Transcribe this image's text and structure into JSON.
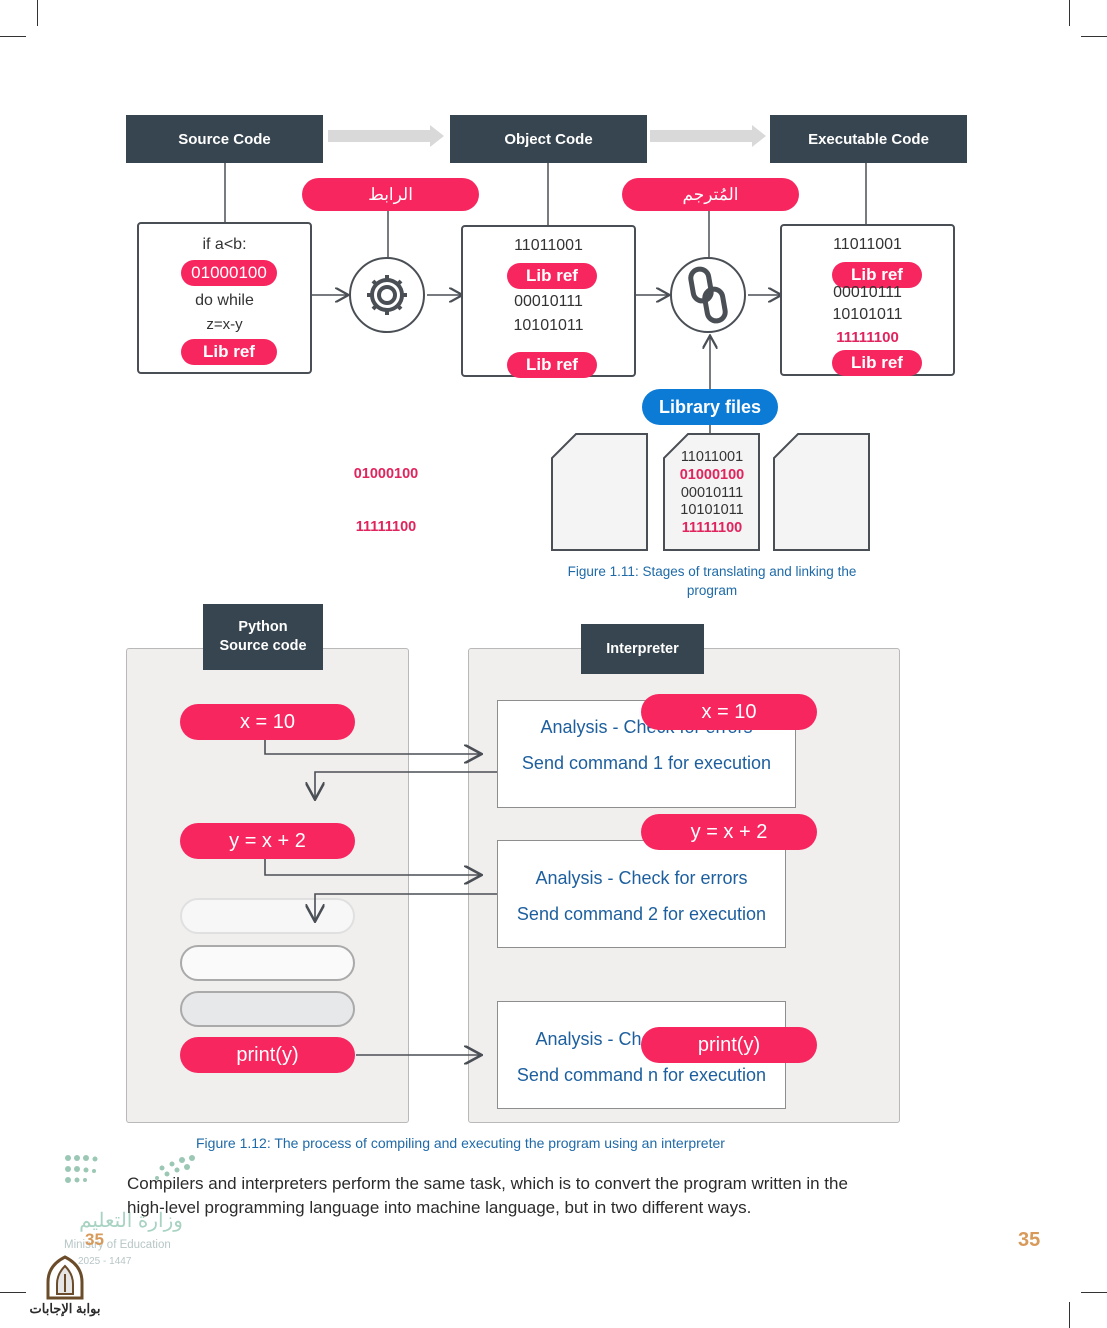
{
  "headers": {
    "source": "Source Code",
    "object": "Object Code",
    "executable": "Executable Code"
  },
  "labels": {
    "linker": "الرابط",
    "translator": "المُترجم",
    "library_files": "Library files"
  },
  "source_box": {
    "line1": "if a<b:",
    "line2": "01000100",
    "line3": "do while",
    "line4": "z=x-y",
    "line5": "Lib ref"
  },
  "object_box": {
    "line1": "11011001",
    "line2": "Lib ref",
    "line3": "00010111",
    "line4": "10101011",
    "line5": "Lib ref"
  },
  "exec_box": {
    "line1": "11011001",
    "line2": "Lib ref",
    "line3": "00010111",
    "line4": "10101011",
    "line5": "11111100",
    "line6": "Lib ref"
  },
  "library_doc": {
    "line1": "11011001",
    "line2": "01000100",
    "line3": "00010111",
    "line4": "10101011",
    "line5": "11111100"
  },
  "ghost_doc": {
    "line1": "01000100",
    "line2": "11111100"
  },
  "figure_1_11_caption": "Figure 1.11: Stages of translating and linking the program",
  "python_panel": {
    "title_line1": "Python",
    "title_line2": "Source code",
    "stmt1": "x = 10",
    "stmt2": "y = x + 2",
    "stmt3": "print(y)"
  },
  "interpreter_panel": {
    "title": "Interpreter",
    "step1_analysis": "Analysis - Check for errors",
    "step1_send": "Send command 1 for execution",
    "step1_pill": "x = 10",
    "step2_analysis": "Analysis - Check for errors",
    "step2_send": "Send command 2 for execution",
    "step2_pill": "y = x + 2",
    "step3_analysis": "Analysis - Check for errors",
    "step3_send": "Send command n for execution",
    "step3_pill": "print(y)"
  },
  "figure_1_12_caption": "Figure 1.12: The process of compiling and executing the program using an interpreter",
  "body_text": {
    "line1": "Compilers and interpreters perform the same task, which is to convert the program written in the",
    "line2": "high-level programming language into machine language, but in two different ways."
  },
  "page_number": "35",
  "footer_logo": {
    "arabic": "وزارة التعليم",
    "english": "Ministry of Education",
    "years": "2025 - 1447",
    "page_number_left": "35"
  },
  "watermark_text": "بوابة الإجابات",
  "colors": {
    "header_bg": "#36454f",
    "accent_pink": "#f7265f",
    "accent_blue": "#1e6aa8",
    "library_blue": "#0b7bd6"
  }
}
